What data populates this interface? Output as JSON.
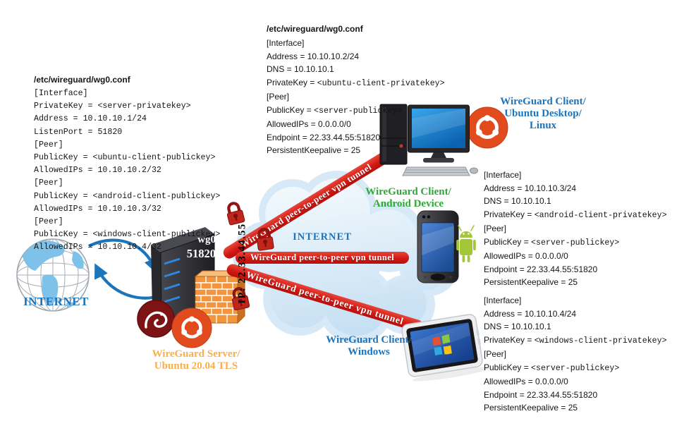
{
  "labels": {
    "internet_left": "INTERNET",
    "internet_cloud": "INTERNET",
    "tunnel_label": "WireGuard peer-to-peer vpn tunnel",
    "server_interface": "wg0",
    "server_port": "51820",
    "server_ip_vertical": "IP: 22.33.44.55",
    "server_caption": [
      "WireGuard Server/",
      "Ubuntu 20.04 TLS"
    ],
    "ubuntu_client_caption": [
      "WireGuard Client/",
      "Ubuntu Desktop/",
      "Linux"
    ],
    "android_client_caption": [
      "WireGuard Client/",
      "Android Device"
    ],
    "windows_client_caption": [
      "WireGuard Client/",
      "Windows"
    ]
  },
  "configs": {
    "server": {
      "title": "/etc/wireguard/wg0.conf",
      "mono_all": true,
      "lines": [
        "[Interface]",
        "PrivateKey = <server-privatekey>",
        "Address = 10.10.10.1/24",
        "ListenPort = 51820",
        "[Peer]",
        "PublicKey = <ubuntu-client-publickey>",
        "AllowedIPs = 10.10.10.2/32",
        "[Peer]",
        "PublicKey = <android-client-publickey>",
        "AllowedIPs = 10.10.10.3/32",
        "[Peer]",
        "PublicKey = <windows-client-publickey>",
        "AllowedIPs = 10.10.10.4/32"
      ]
    },
    "ubuntu_client": {
      "title": "/etc/wireguard/wg0.conf",
      "mono_all": false,
      "lines": [
        "[Interface]",
        "Address = 10.10.10.2/24",
        "DNS = 10.10.10.1",
        "PrivateKey = <ubuntu-client-privatekey>",
        "[Peer]",
        "PublicKey = <server-publickey>",
        "AllowedIPs = 0.0.0.0/0",
        "Endpoint = 22.33.44.55:51820",
        "PersistentKeepalive = 25"
      ]
    },
    "android_client": {
      "mono_all": false,
      "lines": [
        "[Interface]",
        "Address = 10.10.10.3/24",
        "DNS = 10.10.10.1",
        "PrivateKey = <android-client-privatekey>",
        "[Peer]",
        "PublicKey = <server-publickey>",
        "AllowedIPs = 0.0.0.0/0",
        "Endpoint = 22.33.44.55:51820",
        "PersistentKeepalive = 25"
      ]
    },
    "windows_client": {
      "mono_all": false,
      "lines": [
        "[Interface]",
        "Address = 10.10.10.4/24",
        "DNS = 10.10.10.1",
        "PrivateKey = <windows-client-privatekey>",
        "[Peer]",
        "PublicKey = <server-publickey>",
        "AllowedIPs = 0.0.0.0/0",
        "Endpoint = 22.33.44.55:51820",
        "PersistentKeepalive = 25"
      ]
    }
  },
  "icons": {
    "globe-icon": "internet globe",
    "exchange-arrows-icon": "bidirectional traffic arrows",
    "server-tower-icon": "wireguard server machine",
    "firewall-icon": "brick firewall",
    "wireguard-logo-icon": "WireGuard logo",
    "ubuntu-logo-icon": "Ubuntu logo",
    "cloud-icon": "internet cloud",
    "padlock-icon": "encrypted tunnel lock",
    "desktop-computer-icon": "Ubuntu desktop client computer",
    "smartphone-icon": "Android phone client",
    "android-robot-icon": "Android robot",
    "tablet-icon": "Windows tablet client",
    "windows-logo-icon": "Windows logo"
  },
  "colors": {
    "label_blue": "#1C75BC",
    "label_green": "#2EA836",
    "label_orange": "#FBAE4C",
    "tunnel_red": "#D21A15",
    "lock_red": "#C0271C",
    "cloud_blue": "#D7E9F7",
    "ubuntu_orange": "#E14B1D",
    "wireguard_maroon": "#7E1315",
    "android_green": "#A4C639",
    "screen_blue": "#1079C4"
  }
}
